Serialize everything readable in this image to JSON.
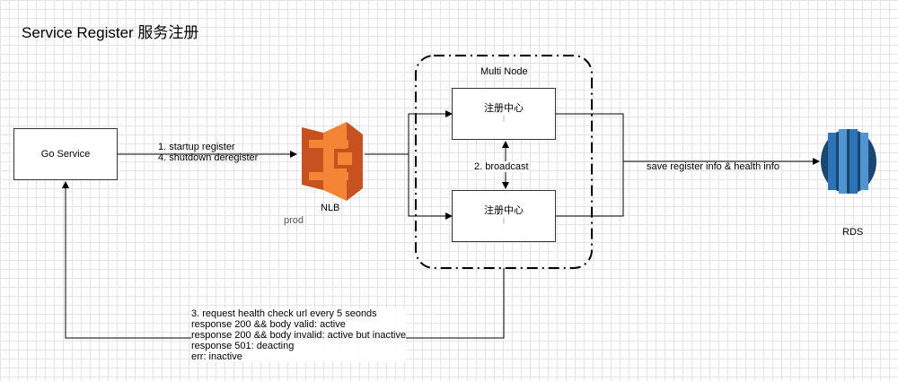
{
  "title": "Service Register 服务注册",
  "go_service": {
    "label": "Go Service"
  },
  "connection": {
    "line1": "1. startup register",
    "line2": "4. shutdown deregister"
  },
  "nlb": {
    "icon": "aws-elastic-load-balancer-icon",
    "label": "NLB",
    "sublabel": "prod",
    "color_dark": "#c7511f",
    "color_light": "#f58536"
  },
  "multi_node": {
    "label": "Multi Node",
    "nodes": [
      {
        "name": "注册中心",
        "sub": "l"
      },
      {
        "name": "注册中心",
        "sub": "l"
      }
    ],
    "broadcast_label": "2. broadcast"
  },
  "save_label": "save register info & health info",
  "rds": {
    "icon": "aws-rds-database-icon",
    "label": "RDS",
    "color_dark": "#1a476f",
    "color_mid": "#2e73b8",
    "color_light": "#5294cf"
  },
  "health_check": {
    "lines": [
      "3. request health check url every 5 seonds",
      "response 200 && body valid: active",
      "response 200 && body invalid: active but inactive",
      "response 501: deacting",
      "err: inactive"
    ]
  }
}
